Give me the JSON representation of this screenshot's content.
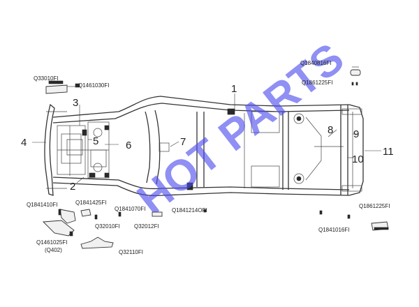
{
  "watermark": "HOT PARTS",
  "callouts": [
    {
      "id": "1",
      "label": "1"
    },
    {
      "id": "2",
      "label": "2"
    },
    {
      "id": "3",
      "label": "3"
    },
    {
      "id": "4",
      "label": "4"
    },
    {
      "id": "5",
      "label": "5"
    },
    {
      "id": "6",
      "label": "6"
    },
    {
      "id": "7",
      "label": "7"
    },
    {
      "id": "8",
      "label": "8"
    },
    {
      "id": "9",
      "label": "9"
    },
    {
      "id": "10",
      "label": "10"
    },
    {
      "id": "11",
      "label": "11"
    }
  ],
  "part_codes": {
    "q33010f_top": "Q33010FI",
    "q1461030f": "Q1461030FI",
    "q1840816f": "Q1840816FI",
    "q1861225f_top": "Q1861225FI",
    "q1841410f": "Q1841410FI",
    "q1841425f": "Q1841425FI",
    "q1841070f": "Q1841070FI",
    "q1841214f": "Q1841214OFI",
    "q33010f_bottom": "Q32010FI",
    "q332012f": "Q32012FI",
    "q1461025f": "Q1461025FI",
    "q402": "(Q402)",
    "q32110f": "Q32110FI",
    "q1841016f": "Q1841016FI",
    "q1861225f_bottom": "Q1861225FI"
  },
  "colors": {
    "line": "#333333",
    "watermark": "#4a4aee",
    "background": "#ffffff"
  }
}
